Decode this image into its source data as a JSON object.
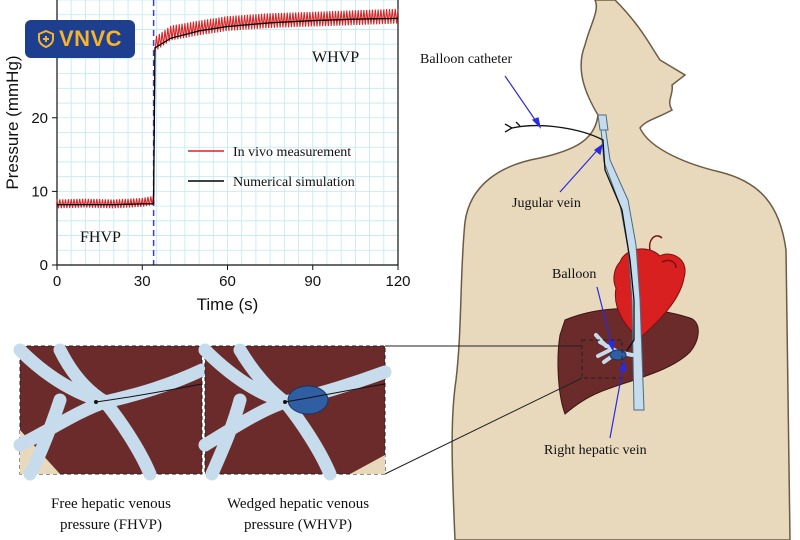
{
  "brand": {
    "logo_text": "VNVC",
    "accent": "#f7b32b",
    "badge_color": "#1e3f8f"
  },
  "chart_data": {
    "type": "line",
    "xlabel": "Time (s)",
    "ylabel": "Pressure (mmHg)",
    "xlim": [
      0,
      120
    ],
    "ylim": [
      0,
      36
    ],
    "x_ticks": [
      0,
      30,
      60,
      90,
      120
    ],
    "y_ticks": [
      0,
      10,
      20
    ],
    "grid": true,
    "legend_position": "center-right",
    "balloon_inflation_time": 34,
    "series": [
      {
        "name": "In vivo measurement",
        "color": "#d62728",
        "x": [
          0,
          10,
          20,
          30,
          34,
          34.5,
          40,
          50,
          60,
          75,
          90,
          105,
          120
        ],
        "y": [
          8.3,
          8.4,
          8.3,
          8.5,
          8.8,
          30,
          31.5,
          32.2,
          32.8,
          33.2,
          33.4,
          33.6,
          33.8
        ]
      },
      {
        "name": "Numerical simulation",
        "color": "#000000",
        "x": [
          0,
          10,
          20,
          30,
          34,
          34.5,
          40,
          50,
          60,
          75,
          90,
          105,
          120
        ],
        "y": [
          8.2,
          8.2,
          8.2,
          8.3,
          8.3,
          29.5,
          30.8,
          31.8,
          32.4,
          32.9,
          33.2,
          33.4,
          33.5
        ]
      }
    ],
    "annotations": [
      "FHVP",
      "WHVP"
    ]
  },
  "labels": {
    "balloon_catheter": "Balloon catheter",
    "jugular_vein": "Jugular vein",
    "balloon": "Balloon",
    "right_hepatic_vein": "Right hepatic vein"
  },
  "captions": {
    "fhvp_line1": "Free hepatic venous",
    "fhvp_line2": "pressure (FHVP)",
    "whvp_line1": "Wedged hepatic venous",
    "whvp_line2": "pressure (WHVP)"
  },
  "colors": {
    "skin": "#e8d9bd",
    "liver": "#6b2b2b",
    "heart": "#d92020",
    "vein": "#c6dcec",
    "balloon": "#2f5ea3"
  }
}
